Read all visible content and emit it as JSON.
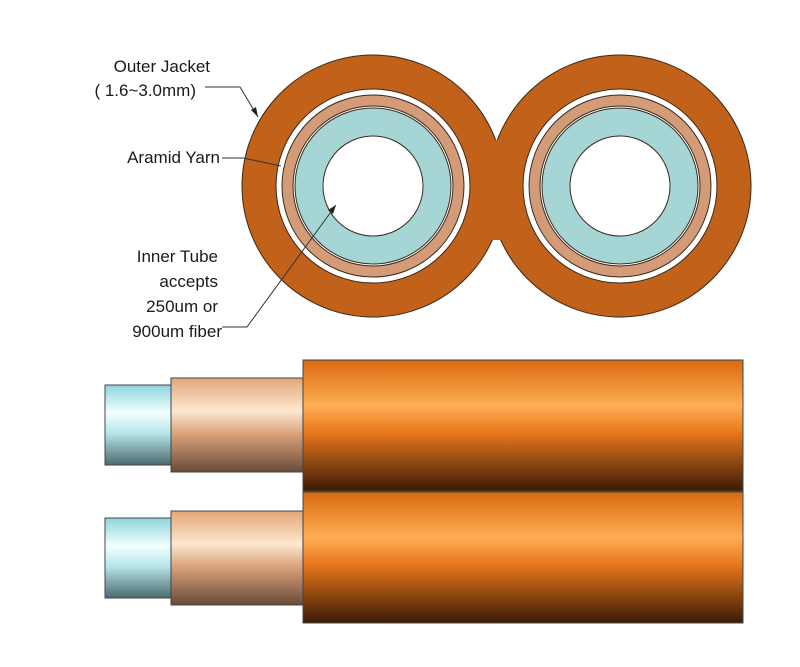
{
  "labels": {
    "outer_jacket": "Outer Jacket",
    "outer_jacket_size": "( 1.6~3.0mm)",
    "aramid_yarn": "Aramid Yarn",
    "inner_tube_1": "Inner Tube",
    "inner_tube_2": "accepts",
    "inner_tube_3": "250um or",
    "inner_tube_4": "900um fiber"
  },
  "colors": {
    "jacket": "#c2611a",
    "aramid": "#d39b78",
    "inner_tube": "#a5d5d5",
    "outline": "#3a2a1a"
  }
}
